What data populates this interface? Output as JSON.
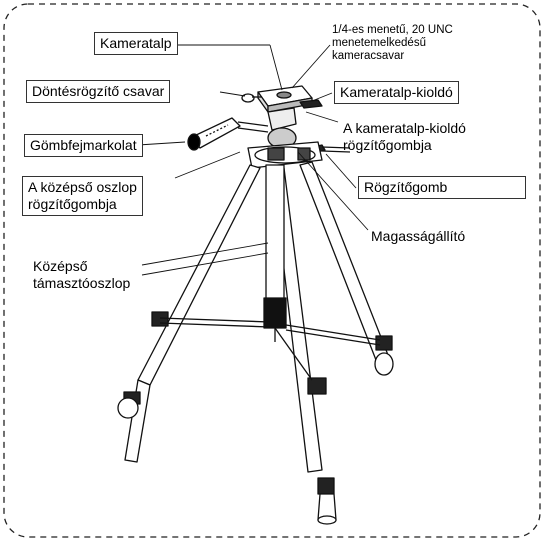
{
  "labels": {
    "camera_mount": "Kameratalp",
    "thread": [
      "1/4-es menetű, 20 UNC",
      "menetemelkedésű",
      "kameracsavar"
    ],
    "tilt_lock_screw": "Döntésrögzítő csavar",
    "camera_mount_release": "Kameratalp-kioldó",
    "ball_head_handle": "Gömbfejmarkolat",
    "release_lock_knob": [
      "A kameratalp-kioldó",
      "rögzítőgombja"
    ],
    "center_column_lock_knob": [
      "A középső oszlop",
      "rögzítőgombja"
    ],
    "lock_knob": "Rögzítőgomb",
    "height_adjuster": "Magasságállító",
    "center_support_column": [
      "Középső",
      "támasztóoszlop"
    ]
  }
}
